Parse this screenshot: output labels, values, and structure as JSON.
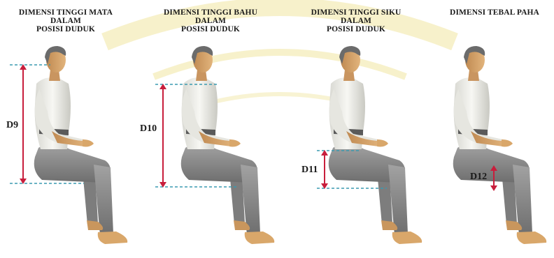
{
  "panels": [
    {
      "title_lines": [
        "DIMENSI TINGGI MATA",
        "DALAM",
        "POSISI DUDUK"
      ],
      "dimension_label": "D9",
      "measurement": "eye-height-sitting"
    },
    {
      "title_lines": [
        "DIMENSI TINGGI BAHU",
        "DALAM",
        "POSISI DUDUK"
      ],
      "dimension_label": "D10",
      "measurement": "shoulder-height-sitting"
    },
    {
      "title_lines": [
        "DIMENSI TINGGI SIKU",
        "DALAM",
        "POSISI DUDUK"
      ],
      "dimension_label": "D11",
      "measurement": "elbow-height-sitting"
    },
    {
      "title_lines": [
        "DIMENSI TEBAL PAHA"
      ],
      "dimension_label": "D12",
      "measurement": "thigh-thickness"
    }
  ],
  "colors": {
    "arrow": "#c81e3c",
    "guide_line": "#3a9ab0",
    "shirt": "#f2f2ee",
    "trousers": "#8e8e8e",
    "skin": "#d9a76a",
    "hair": "#6b6b6b",
    "watermark": "#f3ebb5"
  }
}
